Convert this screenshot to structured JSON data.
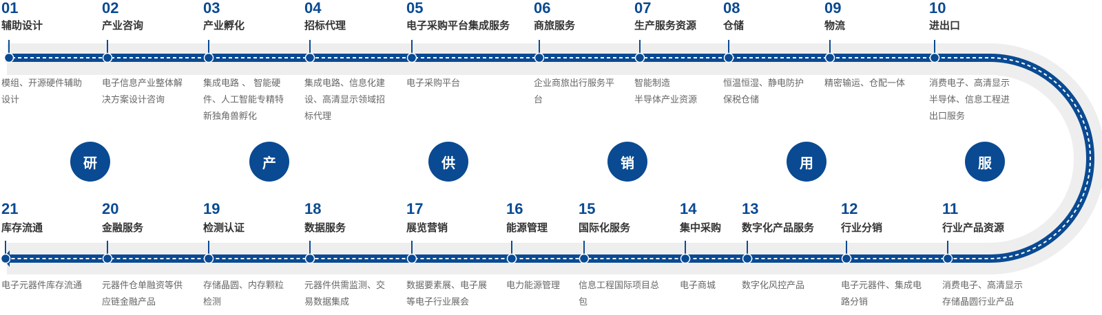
{
  "colors": {
    "primary": "#0a4a92",
    "band": "#eeeeee",
    "title": "#333333",
    "desc": "#666666"
  },
  "categories": [
    "研",
    "产",
    "供",
    "销",
    "用",
    "服"
  ],
  "top_items": [
    {
      "num": "01",
      "title": "辅助设计",
      "desc": "模组、开源硬件辅助\n设计"
    },
    {
      "num": "02",
      "title": "产业咨询",
      "desc": "电子信息产业整体解\n决方案设计咨询"
    },
    {
      "num": "03",
      "title": "产业孵化",
      "desc": "集成电路 、 智能硬\n件、人工智能专精特\n新独角兽孵化"
    },
    {
      "num": "04",
      "title": "招标代理",
      "desc": "集成电路、信息化建\n设、高清显示领域招\n标代理"
    },
    {
      "num": "05",
      "title": "电子采购平台集成服务",
      "desc": "电子采购平台"
    },
    {
      "num": "06",
      "title": "商旅服务",
      "desc": "企业商旅出行服务平\n台"
    },
    {
      "num": "07",
      "title": "生产服务资源",
      "desc": "智能制造\n半导体产业资源"
    },
    {
      "num": "08",
      "title": "仓储",
      "desc": "恒温恒湿、静电防护\n保税仓储"
    },
    {
      "num": "09",
      "title": "物流",
      "desc": "精密输运、仓配一体"
    },
    {
      "num": "10",
      "title": "进出口",
      "desc": "消费电子、高清显示\n半导体、信息工程进\n出口服务"
    }
  ],
  "bottom_items": [
    {
      "num": "21",
      "title": "库存流通",
      "desc": "电子元器件库存流通"
    },
    {
      "num": "20",
      "title": "金融服务",
      "desc": "元器件仓单融资等供\n应链金融产品"
    },
    {
      "num": "19",
      "title": "检测认证",
      "desc": "存储晶圆、内存颗粒\n检测"
    },
    {
      "num": "18",
      "title": "数据服务",
      "desc": "元器件供需监测、交\n易数据集成"
    },
    {
      "num": "17",
      "title": "展览营销",
      "desc": "数据要素展、电子展\n等电子行业展会"
    },
    {
      "num": "16",
      "title": "能源管理",
      "desc": "电力能源管理"
    },
    {
      "num": "15",
      "title": "国际化服务",
      "desc": "信息工程国际项目总\n包"
    },
    {
      "num": "14",
      "title": "集中采购",
      "desc": "电子商城"
    },
    {
      "num": "13",
      "title": "数字化产品服务",
      "desc": "数字化风控产品"
    },
    {
      "num": "12",
      "title": "行业分销",
      "desc": "电子元器件、集成电\n路分销"
    },
    {
      "num": "11",
      "title": "行业产品资源",
      "desc": "消费电子、高清显示\n存储晶圆行业产品"
    }
  ]
}
